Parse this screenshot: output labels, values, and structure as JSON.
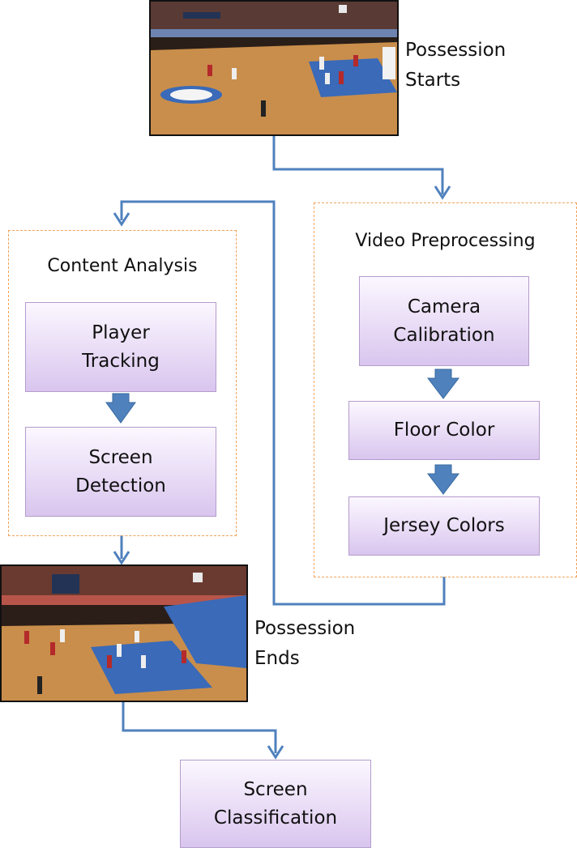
{
  "colors": {
    "connector": "#4f81bd",
    "group_border": "#f0a25a",
    "box_fill_top": "#fbf7ff",
    "box_fill_bottom": "#d9c5ee",
    "court_wood": "#c98e4b",
    "court_blue": "#3a6ab8"
  },
  "start": {
    "caption": "Possession\nStarts",
    "image": "basketball-broadcast-frame"
  },
  "end": {
    "caption": "Possession\nEnds",
    "image": "basketball-broadcast-frame"
  },
  "content_analysis": {
    "title": "Content Analysis",
    "steps": [
      "Player\nTracking",
      "Screen\nDetection"
    ]
  },
  "video_preprocessing": {
    "title": "Video Preprocessing",
    "steps": [
      "Camera\nCalibration",
      "Floor Color",
      "Jersey Colors"
    ]
  },
  "output": {
    "label": "Screen\nClassification"
  }
}
